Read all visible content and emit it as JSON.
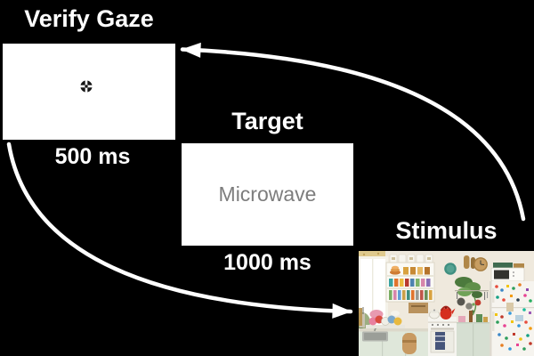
{
  "diagram": {
    "colors": {
      "background": "#000000",
      "screen_panel": "#ffffff",
      "arrow": "#ffffff",
      "label_text": "#ffffff",
      "target_word_text": "#7d7d7d"
    },
    "stages": {
      "verify_gaze": {
        "title": "Verify Gaze",
        "duration": "500 ms",
        "content_icon": "fixation-target-icon"
      },
      "target": {
        "title": "Target",
        "word": "Microwave",
        "duration": "1000 ms"
      },
      "stimulus": {
        "title": "Stimulus",
        "content_icon": "kitchen-scene-photo"
      }
    },
    "arrows": [
      "stimulus-to-verify-gaze-arrow",
      "verify-gaze-to-stimulus-arrow"
    ]
  }
}
